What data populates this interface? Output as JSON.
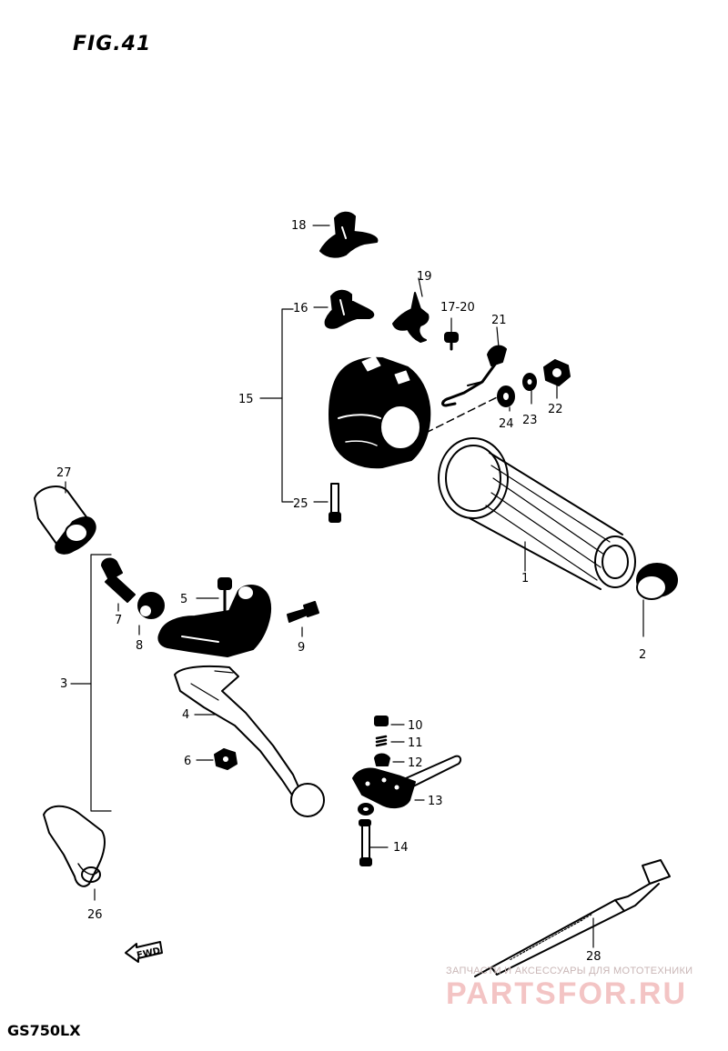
{
  "figure_title": "FIG.41",
  "model_code": "GS750LX",
  "fwd_label": "FWD",
  "watermark": {
    "caption": "ЗАПЧАСТИ И АКСЕССУАРЫ ДЛЯ МОТОТЕХНИКИ",
    "brand": "PARTSFOR.RU"
  },
  "labels": {
    "p1": "1",
    "p2": "2",
    "p3": "3",
    "p4": "4",
    "p5": "5",
    "p6": "6",
    "p7": "7",
    "p8": "8",
    "p9": "9",
    "p10": "10",
    "p11": "11",
    "p12": "12",
    "p13": "13",
    "p14": "14",
    "p15": "15",
    "p16": "16",
    "p17_20": "17-20",
    "p18": "18",
    "p19": "19",
    "p21": "21",
    "p22": "22",
    "p23": "23",
    "p24": "24",
    "p25": "25",
    "p26": "26",
    "p27": "27",
    "p28": "28"
  }
}
